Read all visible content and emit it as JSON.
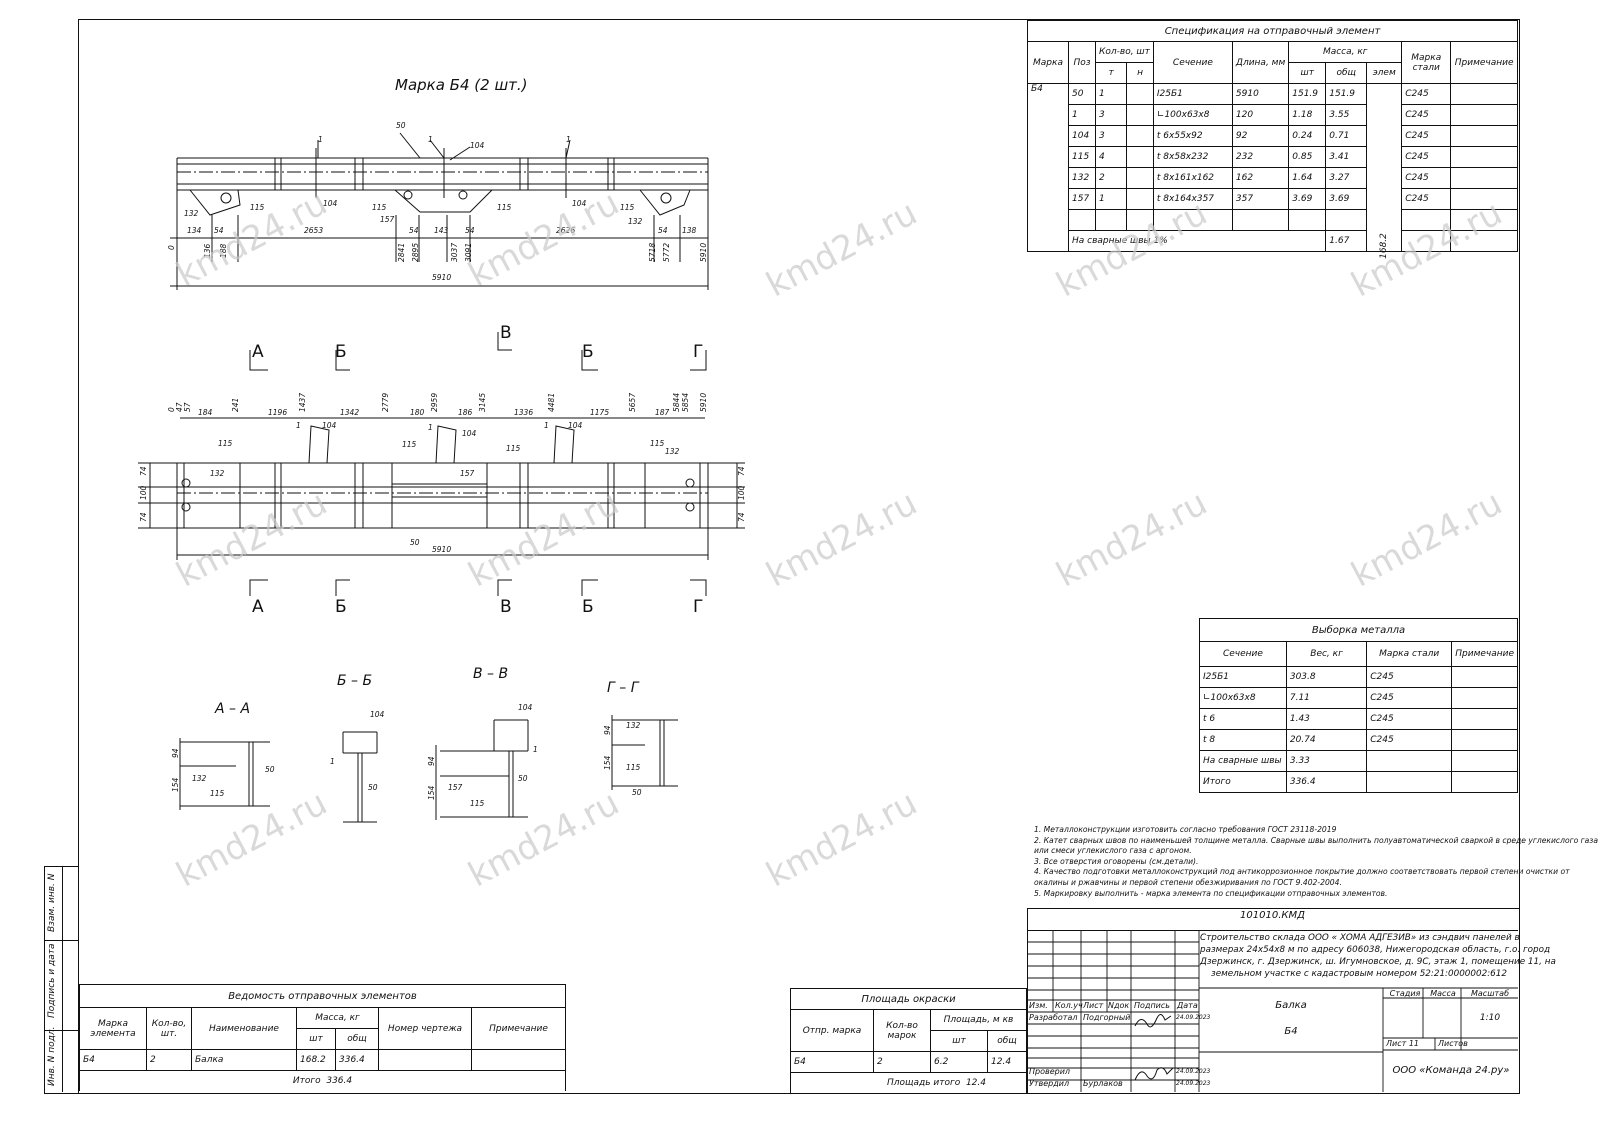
{
  "drawing": {
    "title": "Марка Б4 (2 шт.)",
    "dims_top": [
      "134",
      "54",
      "2653",
      "54",
      "143",
      "54",
      "2626",
      "54",
      "138"
    ],
    "dims_top_vert": [
      "136",
      "188",
      "2841",
      "2895",
      "3037",
      "3091",
      "5718",
      "5772",
      "5910"
    ],
    "total_length": "5910",
    "zero": "0",
    "pos_labels": {
      "p50": "50",
      "p1": "1",
      "p104": "104",
      "p115": "115",
      "p132": "132",
      "p157": "157"
    },
    "plan_dims": [
      "184",
      "1196",
      "1342",
      "180",
      "186",
      "1336",
      "1175",
      "187"
    ],
    "plan_vert": [
      "0",
      "47",
      "57",
      "241",
      "1437",
      "2779",
      "2959",
      "3145",
      "4481",
      "5657",
      "5844",
      "5854",
      "5910"
    ],
    "plan_side": [
      "74",
      "100",
      "74"
    ],
    "section_letters": {
      "a": "А",
      "b": "Б",
      "v": "В",
      "g": "Г"
    },
    "section_titles": {
      "aa": "А – А",
      "bb": "Б – Б",
      "vv": "В – В",
      "gg": "Г – Г"
    },
    "section_dims": {
      "d94": "94",
      "d154": "154"
    }
  },
  "spec": {
    "title": "Спецификация на отправочный элемент",
    "headers": {
      "marka": "Марка",
      "poz": "Поз",
      "kol": "Кол-во, шт",
      "t": "т",
      "n": "н",
      "sech": "Сечение",
      "dlina": "Длина, мм",
      "massa": "Масса, кг",
      "sht": "шт",
      "obsh": "общ",
      "elem": "элем",
      "marka_stali": "Марка стали",
      "prim": "Примечание"
    },
    "mark": "Б4",
    "rows": [
      {
        "poz": "50",
        "t": "1",
        "sech": "I25Б1",
        "dlina": "5910",
        "sht": "151.9",
        "obsh": "151.9",
        "stal": "С245"
      },
      {
        "poz": "1",
        "t": "3",
        "sech": "∟100x63x8",
        "dlina": "120",
        "sht": "1.18",
        "obsh": "3.55",
        "stal": "С245"
      },
      {
        "poz": "104",
        "t": "3",
        "sech": "t 6x55x92",
        "dlina": "92",
        "sht": "0.24",
        "obsh": "0.71",
        "stal": "С245"
      },
      {
        "poz": "115",
        "t": "4",
        "sech": "t 8x58x232",
        "dlina": "232",
        "sht": "0.85",
        "obsh": "3.41",
        "stal": "С245"
      },
      {
        "poz": "132",
        "t": "2",
        "sech": "t 8x161x162",
        "dlina": "162",
        "sht": "1.64",
        "obsh": "3.27",
        "stal": "С245"
      },
      {
        "poz": "157",
        "t": "1",
        "sech": "t 8x164x357",
        "dlina": "357",
        "sht": "3.69",
        "obsh": "3.69",
        "stal": "С245"
      }
    ],
    "welds_label": "На сварные швы 1%",
    "welds_value": "1.67",
    "elem_mass": "168.2"
  },
  "metal": {
    "title": "Выборка металла",
    "headers": {
      "sech": "Сечение",
      "ves": "Вес, кг",
      "stal": "Марка стали",
      "prim": "Примечание"
    },
    "rows": [
      {
        "sech": "I25Б1",
        "ves": "303.8",
        "stal": "С245"
      },
      {
        "sech": "∟100x63x8",
        "ves": "7.11",
        "stal": "С245"
      },
      {
        "sech": "t 6",
        "ves": "1.43",
        "stal": "С245"
      },
      {
        "sech": "t 8",
        "ves": "20.74",
        "stal": "С245"
      },
      {
        "sech": "На сварные швы",
        "ves": "3.33",
        "stal": ""
      },
      {
        "sech": "Итого",
        "ves": "336.4",
        "stal": ""
      }
    ]
  },
  "notes": [
    "1. Металлоконструкции изготовить согласно требования ГОСТ 23118-2019",
    "2. Катет сварных швов по наименьшей толщине металла. Сварные швы выполнить полуавтоматической сваркой в среде углекислого газа",
    "или смеси углекислого газа с аргоном.",
    "3. Все отверстия оговорены (см.детали).",
    "4. Качество подготовки металлоконструкций под антикоррозионное покрытие должно соответствовать первой степени очистки от",
    "окалины и ржавчины и первой степени обезжиривания по ГОСТ 9.402-2004.",
    "5. Маркировку выполнить - марка элемента по спецификации отправочных элементов."
  ],
  "vedomost": {
    "title": "Ведомость отправочных элементов",
    "headers": {
      "marka": "Марка элемента",
      "kol": "Кол-во, шт.",
      "naim": "Наименование",
      "massa": "Масса, кг",
      "sht": "шт",
      "obsh": "общ",
      "nomer": "Номер чертежа",
      "prim": "Примечание"
    },
    "row": {
      "marka": "Б4",
      "kol": "2",
      "naim": "Балка",
      "sht": "168.2",
      "obsh": "336.4"
    },
    "itogo": "Итого",
    "itogo_val": "336.4"
  },
  "okraska": {
    "title": "Площадь окраски",
    "headers": {
      "otpr": "Отпр. марка",
      "kol": "Кол-во марок",
      "pl": "Площадь, м кв",
      "sht": "шт",
      "obsh": "общ"
    },
    "row": {
      "otpr": "Б4",
      "kol": "2",
      "sht": "6.2",
      "obsh": "12.4"
    },
    "itogo": "Площадь итого",
    "itogo_val": "12.4"
  },
  "stamp": {
    "code": "101010.КМД",
    "project": [
      "Строительство склада ООО « ХОМА АДГЕЗИВ» из сэндвич панелей в",
      "размерах 24х54х8 м по адресу 606038, Нижегородская область, г.о. город",
      "Дзержинск, г. Дзержинск, ш. Игумновское, д. 9С, этаж 1, помещение 11, на",
      "земельном участке с кадастровым номером 52:21:0000002:612"
    ],
    "cols": {
      "izm": "Изм.",
      "koluch": "Кол.уч",
      "list": "Лист",
      "ndok": "Nдок",
      "podp": "Подпись",
      "data": "Дата"
    },
    "razrab": "Разработал",
    "razrab_name": "Подгорный",
    "date1": "24.09.2023",
    "proveril": "Проверил",
    "date2": "24.09.2023",
    "utverdil": "Утвердил",
    "utverdil_name": "Бурлаков",
    "date3": "24.09.2023",
    "name1": "Балка",
    "name2": "Б4",
    "stadia": "Стадия",
    "massa": "Масса",
    "masshtab": "Масштаб",
    "scale": "1:10",
    "list_n": "Лист 11",
    "listov": "Листов",
    "company": "ООО «Команда 24.ру»"
  },
  "side": {
    "vzam": "Взам. инв. N",
    "podp": "Подпись и дата",
    "inv": "Инв. N подл."
  },
  "watermark": "kmd24.ru"
}
